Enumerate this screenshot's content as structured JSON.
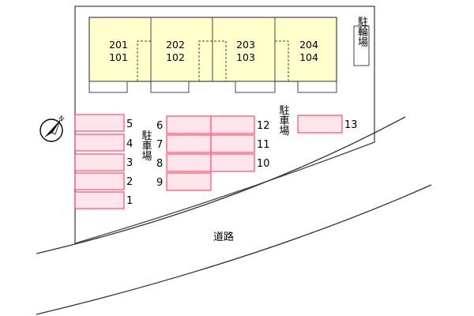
{
  "site_plan": {
    "units": [
      {
        "upper": "201",
        "lower": "101"
      },
      {
        "upper": "202",
        "lower": "102"
      },
      {
        "upper": "203",
        "lower": "103"
      },
      {
        "upper": "204",
        "lower": "104"
      }
    ],
    "bicycle_parking_label": "駐輪場",
    "parking_label": "駐車場",
    "road_label": "道路",
    "north_label": "N",
    "left_column_spaces": [
      "5",
      "4",
      "3",
      "2",
      "1"
    ],
    "middle_left_spaces": [
      "6",
      "7",
      "8",
      "9"
    ],
    "middle_right_spaces": [
      "12",
      "11",
      "10"
    ],
    "right_space": "13"
  },
  "colors": {
    "building_fill": "#ffffcc",
    "parking_stroke": "#ff4d6d",
    "parking_fill": "#ffe6ec",
    "outline": "#333333"
  }
}
